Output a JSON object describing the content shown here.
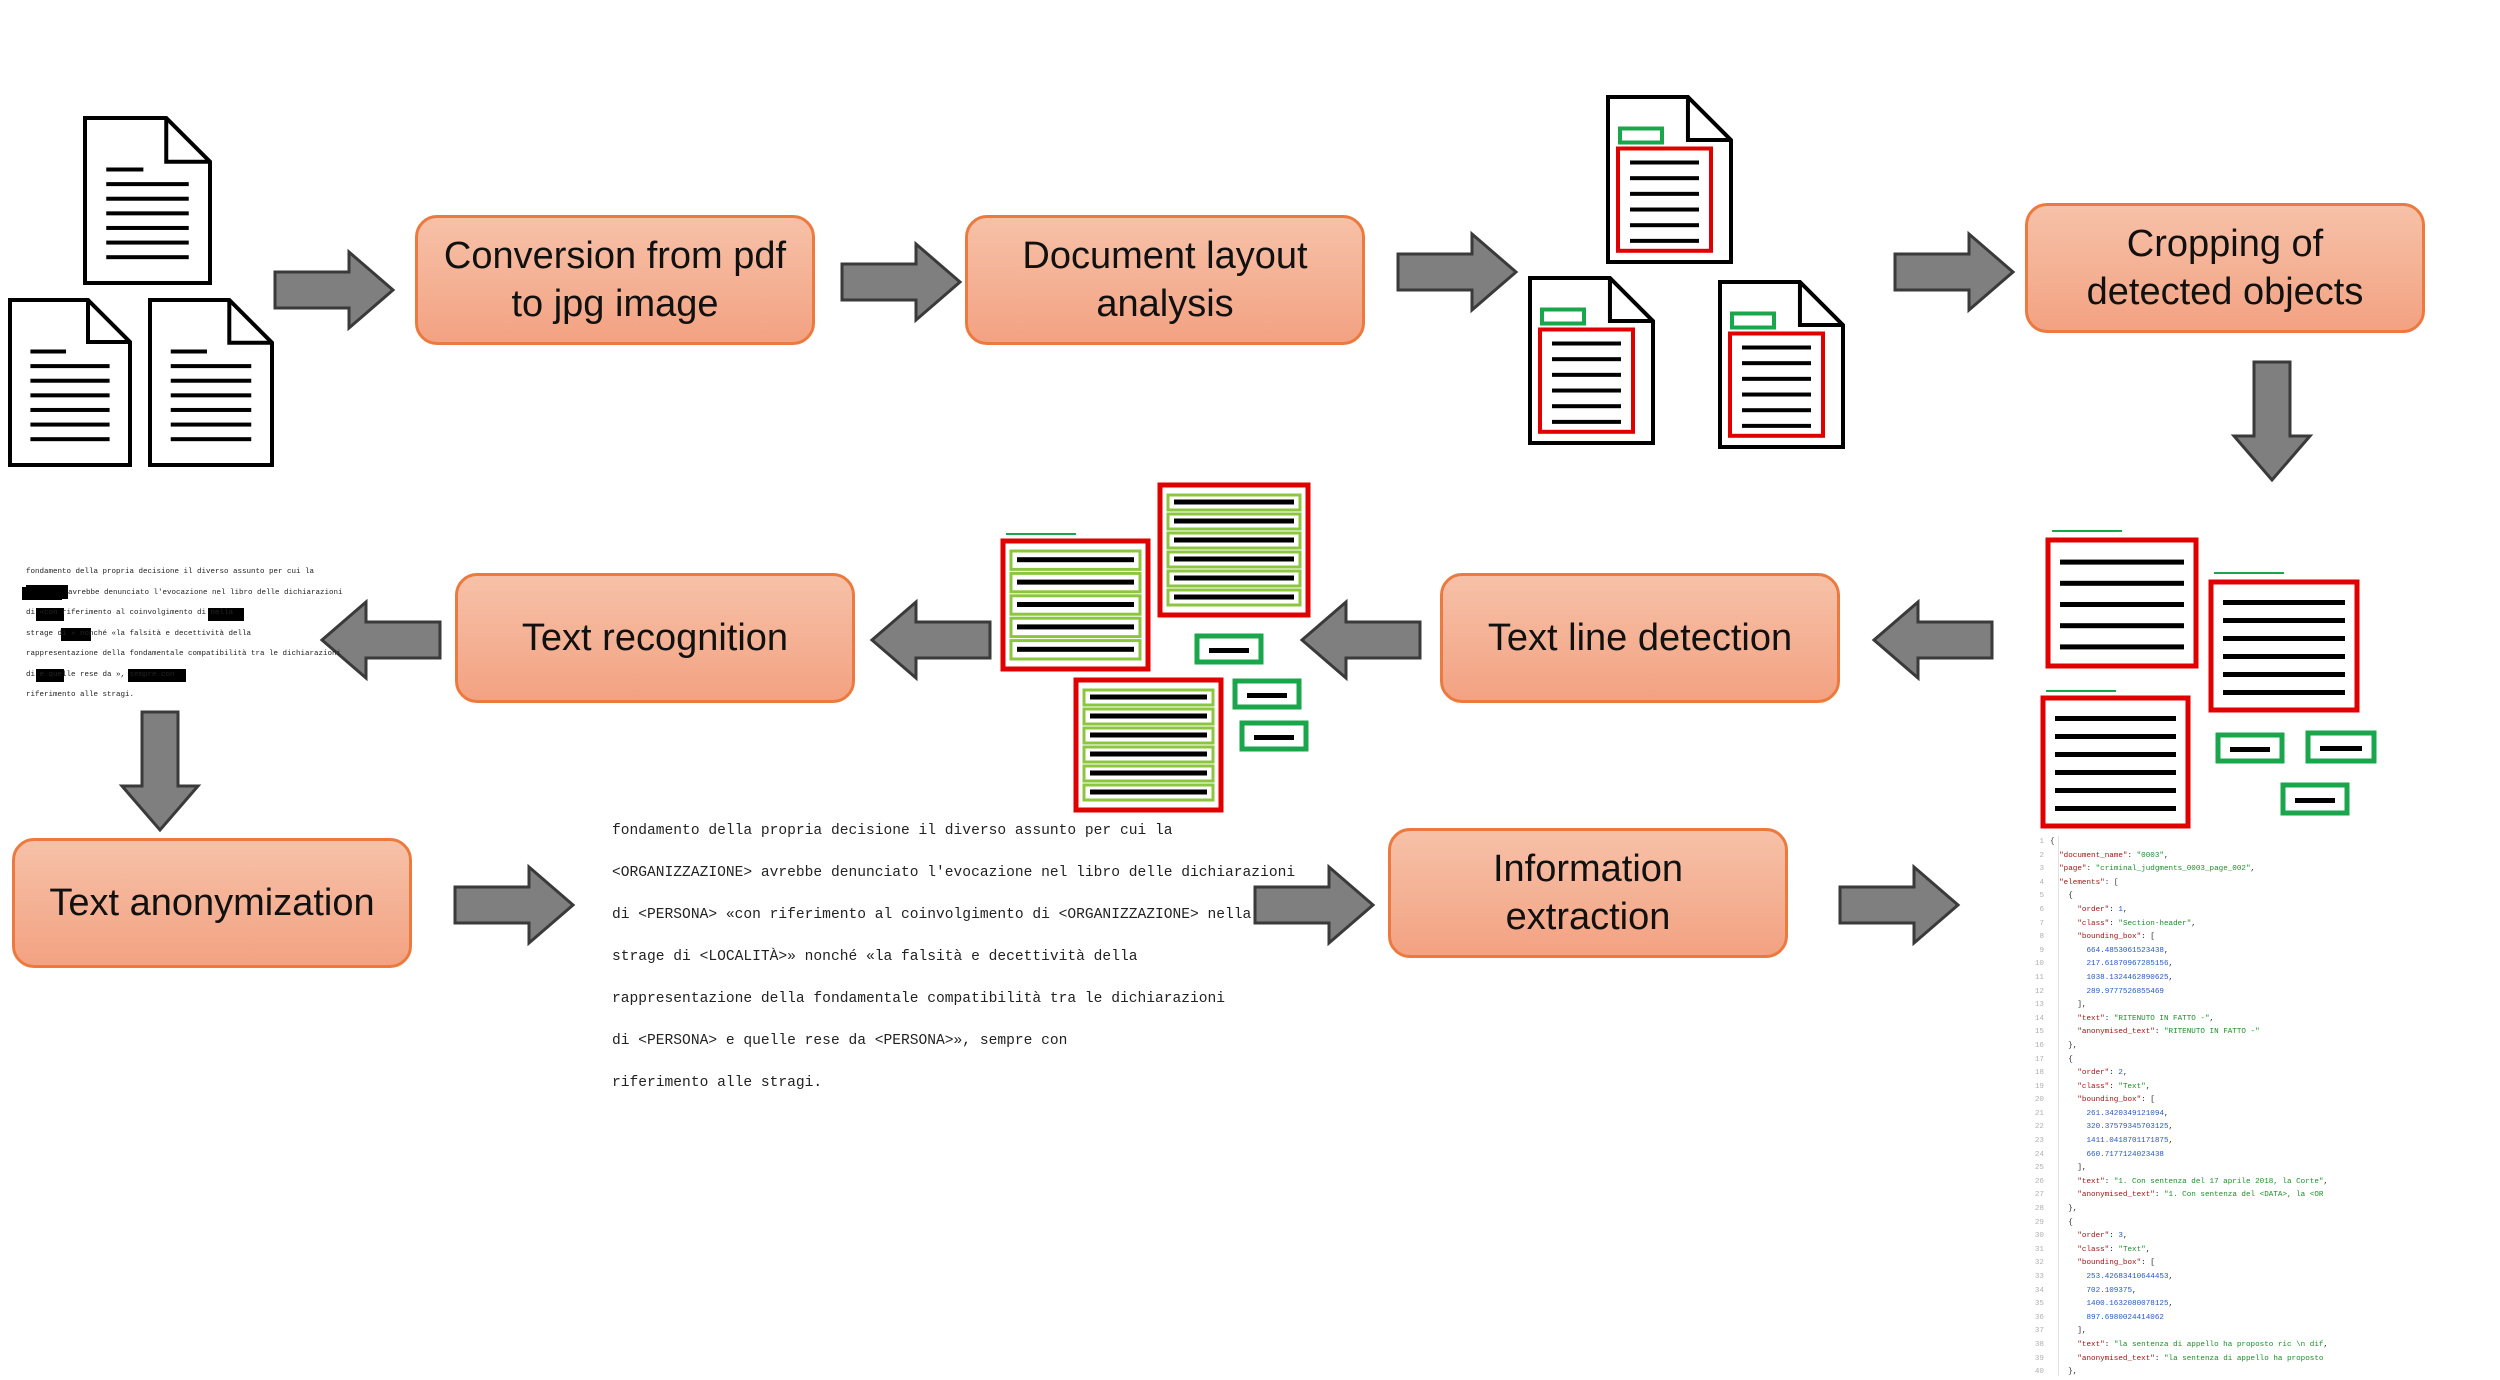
{
  "steps": {
    "conversion": "Conversion from pdf to jpg image",
    "layout": "Document layout analysis",
    "cropping": "Cropping of detected objects",
    "text_line": "Text line detection",
    "text_recognition": "Text recognition",
    "anonymization": "Text anonymization",
    "extraction": "Information extraction"
  },
  "recognized_text": [
    "fondamento della propria decisione il diverso assunto per cui la",
    "avrebbe denunciato l'evocazione nel libro delle dichiarazioni",
    "di «con riferimento al coinvolgimento di nella",
    "strage di » nonché «la falsità e decettività della",
    "rappresentazione della fondamentale compatibilità tra le dichiarazioni",
    "di e quelle rese da », sempre con",
    "riferimento alle stragi."
  ],
  "anonymized_text": [
    "fondamento della propria decisione il diverso assunto per cui la",
    "<ORGANIZZAZIONE> avrebbe denunciato l'evocazione nel libro delle dichiarazioni",
    "di <PERSONA> «con riferimento al coinvolgimento di <ORGANIZZAZIONE> nella",
    "strage di <LOCALITÀ>» nonché «la falsità e decettività della",
    "rappresentazione della fondamentale compatibilità tra le dichiarazioni",
    "di <PERSONA> e quelle rese da <PERSONA>», sempre con",
    "riferimento alle stragi."
  ],
  "json_output": {
    "document_name": "0003",
    "page": "criminal_judgments_0003_page_002",
    "elements": [
      {
        "order": "1",
        "class": "Section-header",
        "bounding_box": [
          "664.4853061523438",
          "217.61870967285156",
          "1038.1324462890625",
          "289.9777526855469"
        ],
        "text": "RITENUTO IN FATTO -",
        "anonymised_text": "RITENUTO IN FATTO -"
      },
      {
        "order": "2",
        "class": "Text",
        "bounding_box": [
          "261.3420349121094",
          "320.37579345703125",
          "1411.0418701171875",
          "660.7177124023438"
        ],
        "text": "1. Con sentenza del 17 aprile 2018, la Corte",
        "anonymised_text": "1. Con sentenza del <DATA>, la <OR"
      },
      {
        "order": "3",
        "class": "Text",
        "bounding_box": [
          "253.42683410644453",
          "702.109375",
          "1400.1632080078125",
          "897.6980024414062"
        ],
        "text": "la sentenza di appello ha proposto ric \\n dif",
        "anonymised_text": "la sentenza di appello ha proposto"
      }
    ]
  },
  "colors": {
    "box_fill": "#f3a282",
    "box_border": "#ec7a3e",
    "arrow": "#7f7f7f",
    "layout_box": "#e00000",
    "header_box": "#1aa64a",
    "line_box": "#8cc63f"
  }
}
